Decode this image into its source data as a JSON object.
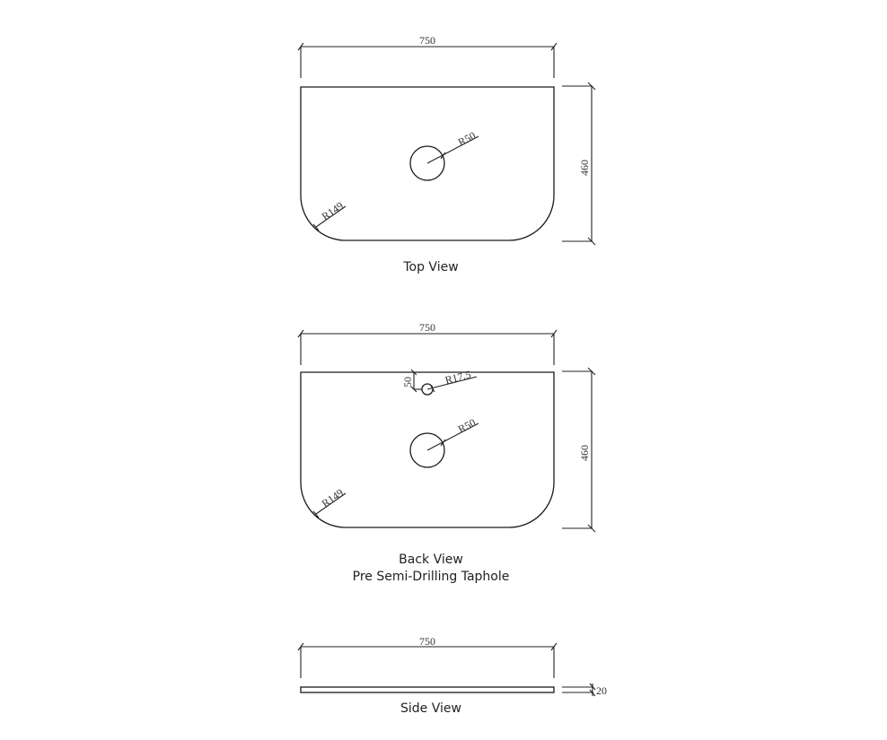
{
  "views": {
    "top": {
      "caption": "Top View",
      "width_label": "750",
      "height_label": "460",
      "hole_label": "R50",
      "corner_label": "R149"
    },
    "back": {
      "caption_line1": "Back View",
      "caption_line2": "Pre Semi-Drilling Taphole",
      "width_label": "750",
      "height_label": "460",
      "hole_label": "R50",
      "taphole_label": "R17.5",
      "taphole_offset_label": "50",
      "corner_label": "R149"
    },
    "side": {
      "caption": "Side View",
      "width_label": "750",
      "thickness_label": "20"
    }
  },
  "colors": {
    "line": "#1a1a1a",
    "background": "#ffffff"
  }
}
